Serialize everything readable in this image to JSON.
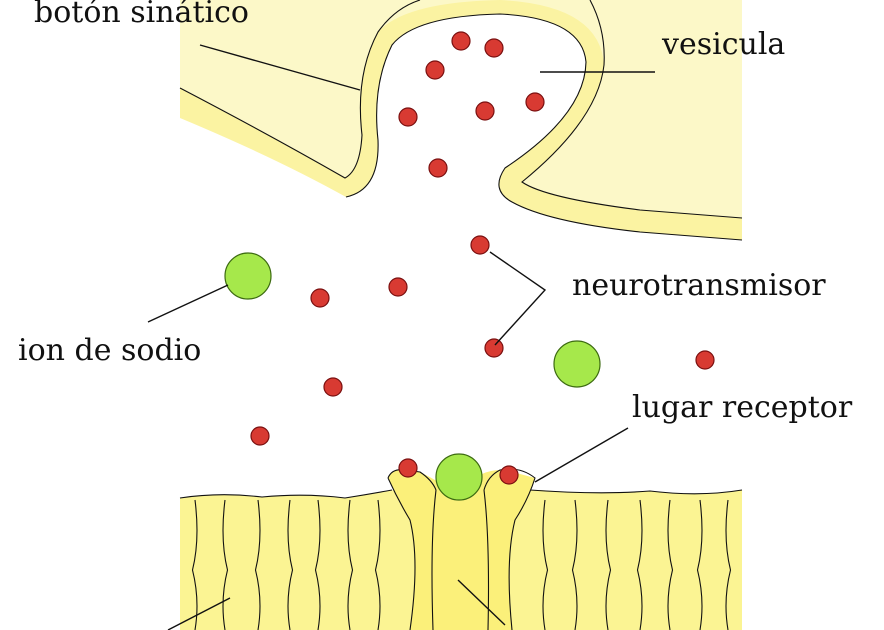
{
  "labels": {
    "synaptic_button": "botón sinático",
    "vesicle": "vesicula",
    "neurotransmitter": "neurotransmisor",
    "sodium_ion": "ion de sodio",
    "receptor_site": "lugar receptor"
  },
  "colors": {
    "terminal_fill": "#fcf8c8",
    "membrane_fill": "#fbf3a2",
    "membrane_stroke": "#111111",
    "postsynaptic_fill": "#fbf493",
    "receptor_fill": "#fbf07a",
    "neurotransmitter_fill": "#d83a32",
    "sodium_ion_fill": "#a6e84b"
  }
}
